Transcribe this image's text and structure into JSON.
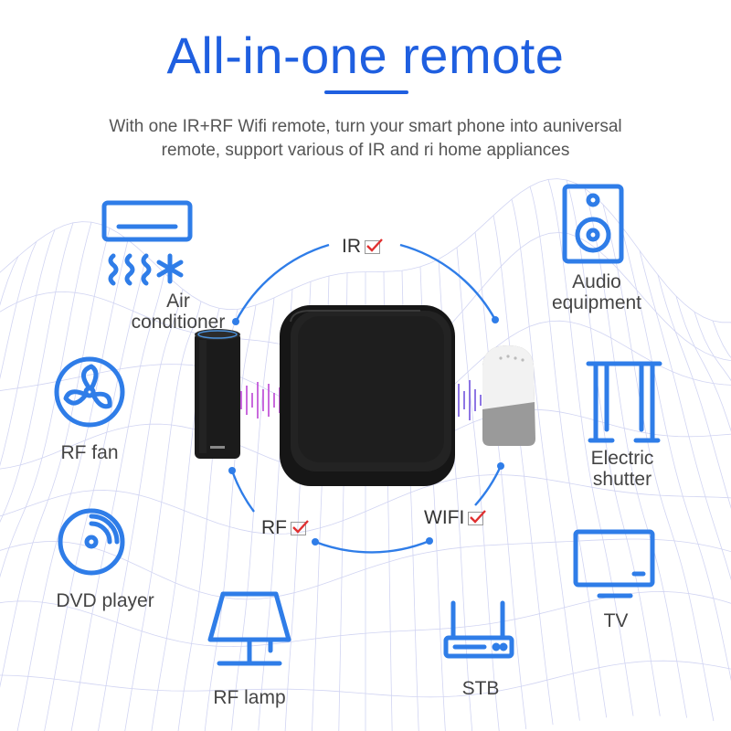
{
  "header": {
    "title": "All-in-one remote",
    "subtitle_line1": "With one IR+RF Wifi remote, turn your smart phone into auniversal",
    "subtitle_line2": "remote, support various of IR and ri home appliances"
  },
  "connections": {
    "ir": "IR",
    "rf": "RF",
    "wifi": "WIFI"
  },
  "appliances": {
    "air_conditioner_l1": "Air",
    "air_conditioner_l2": "conditioner",
    "audio_l1": "Audio",
    "audio_l2": "equipment",
    "rf_fan": "RF fan",
    "electric_shutter_l1": "Electric",
    "electric_shutter_l2": "shutter",
    "dvd_player": "DVD player",
    "tv": "TV",
    "rf_lamp": "RF lamp",
    "stb": "STB"
  },
  "colors": {
    "accent": "#1f5fe0",
    "icon_blue": "#2f7de8",
    "check_red": "#e03030"
  }
}
